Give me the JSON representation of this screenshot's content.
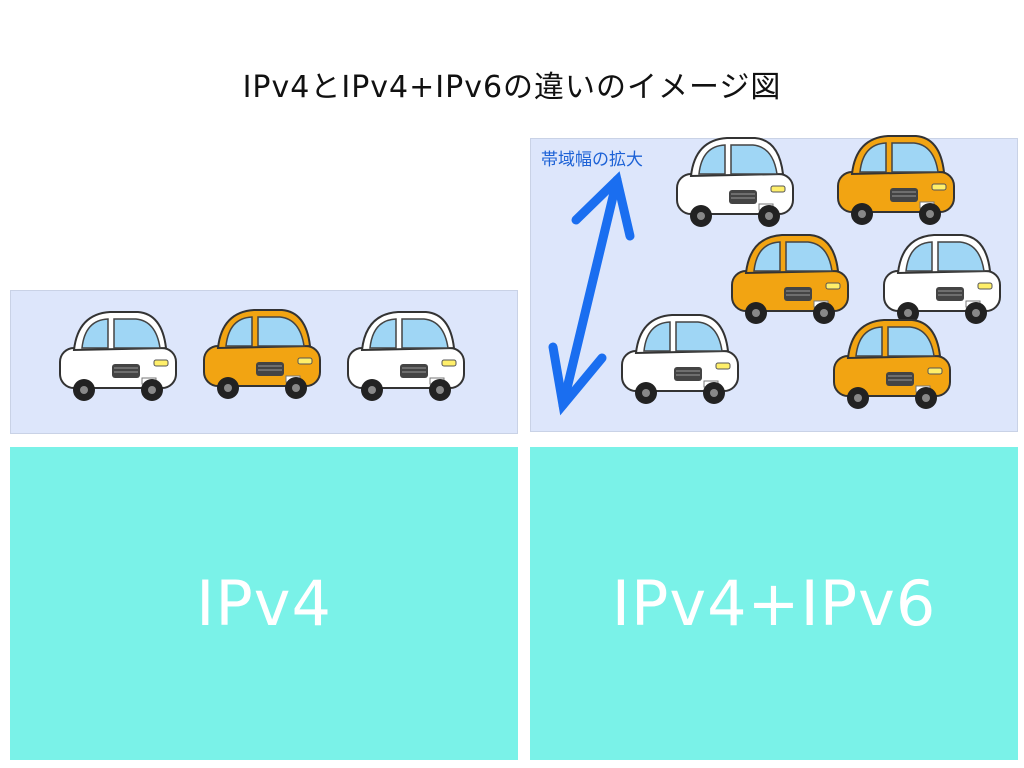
{
  "title": "IPv4とIPv4+IPv6の違いのイメージ図",
  "left": {
    "label": "IPv4"
  },
  "right": {
    "label": "IPv4+IPv6",
    "bandwidth_label": "帯域幅の拡大"
  },
  "colors": {
    "road": "#dde6fb",
    "label_box": "#7af2e8",
    "arrow": "#1a6ef0",
    "car_white": "#ffffff",
    "car_orange": "#f2a412"
  }
}
